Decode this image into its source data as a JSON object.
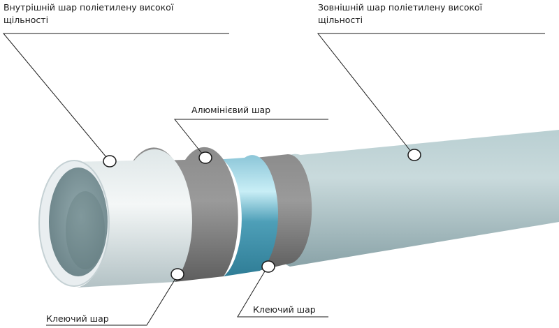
{
  "labels": {
    "inner_layer": [
      "Внутрішній шар поліетилену високої",
      "щільності"
    ],
    "outer_layer": [
      "Зовнішній шар поліетилену високої",
      "щільності"
    ],
    "aluminium_layer": "Алюмінієвий шар",
    "adhesive_layer_left": "Клеючий шар",
    "adhesive_layer_right": "Клеючий шар"
  },
  "colors": {
    "background": "#ffffff",
    "outer_layer": "#aec4c7",
    "adhesive_layer": "#7a7a7a",
    "aluminium_layer": "#6ab0c6",
    "inner_layer": "#e6ecee",
    "pipe_bore": "#7f979c",
    "leader_line": "#1a1a1a"
  }
}
